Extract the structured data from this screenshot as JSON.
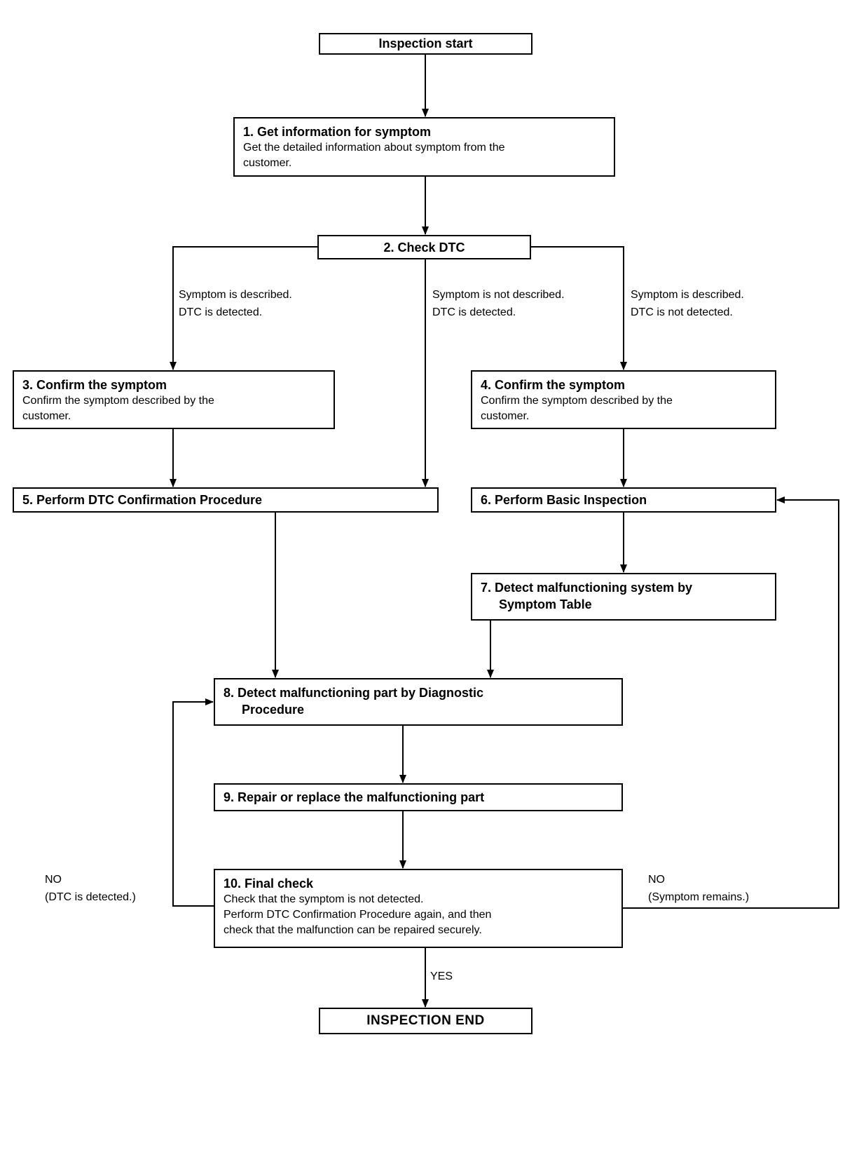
{
  "nodes": {
    "start": {
      "label": "Inspection start"
    },
    "step1": {
      "title": "1. Get information for symptom",
      "body": [
        "Get the detailed information about symptom from the",
        "customer."
      ]
    },
    "step2": {
      "title": "2. Check DTC"
    },
    "step3": {
      "title": "3. Confirm the symptom",
      "body": [
        "Confirm the symptom described by the",
        "customer."
      ]
    },
    "step4": {
      "title": "4. Confirm the symptom",
      "body": [
        "Confirm the symptom described by the",
        "customer."
      ]
    },
    "step5": {
      "title": "5. Perform DTC Confirmation Procedure"
    },
    "step6": {
      "title": "6. Perform Basic Inspection"
    },
    "step7": {
      "title_line1": "7. Detect malfunctioning system by",
      "title_line2": "Symptom Table"
    },
    "step8": {
      "title_line1": "8. Detect malfunctioning part by Diagnostic",
      "title_line2": "Procedure"
    },
    "step9": {
      "title": "9. Repair or replace the malfunctioning part"
    },
    "step10": {
      "title": "10. Final check",
      "body": [
        "Check that the symptom is not detected.",
        "Perform DTC Confirmation Procedure again, and then",
        "check that the malfunction can be repaired securely."
      ]
    },
    "end": {
      "label": "INSPECTION END"
    }
  },
  "labels": {
    "branch_left": {
      "line1": "Symptom is described.",
      "line2": "DTC is detected."
    },
    "branch_middle": {
      "line1": "Symptom is not described.",
      "line2": "DTC is detected."
    },
    "branch_right": {
      "line1": "Symptom is described.",
      "line2": "DTC is not detected."
    },
    "loop_left": {
      "line1": "NO",
      "line2": "(DTC is detected.)"
    },
    "loop_right": {
      "line1": "NO",
      "line2": "(Symptom remains.)"
    },
    "yes": "YES"
  },
  "colors": {
    "line": "#000000",
    "background": "#ffffff",
    "text": "#000000"
  }
}
